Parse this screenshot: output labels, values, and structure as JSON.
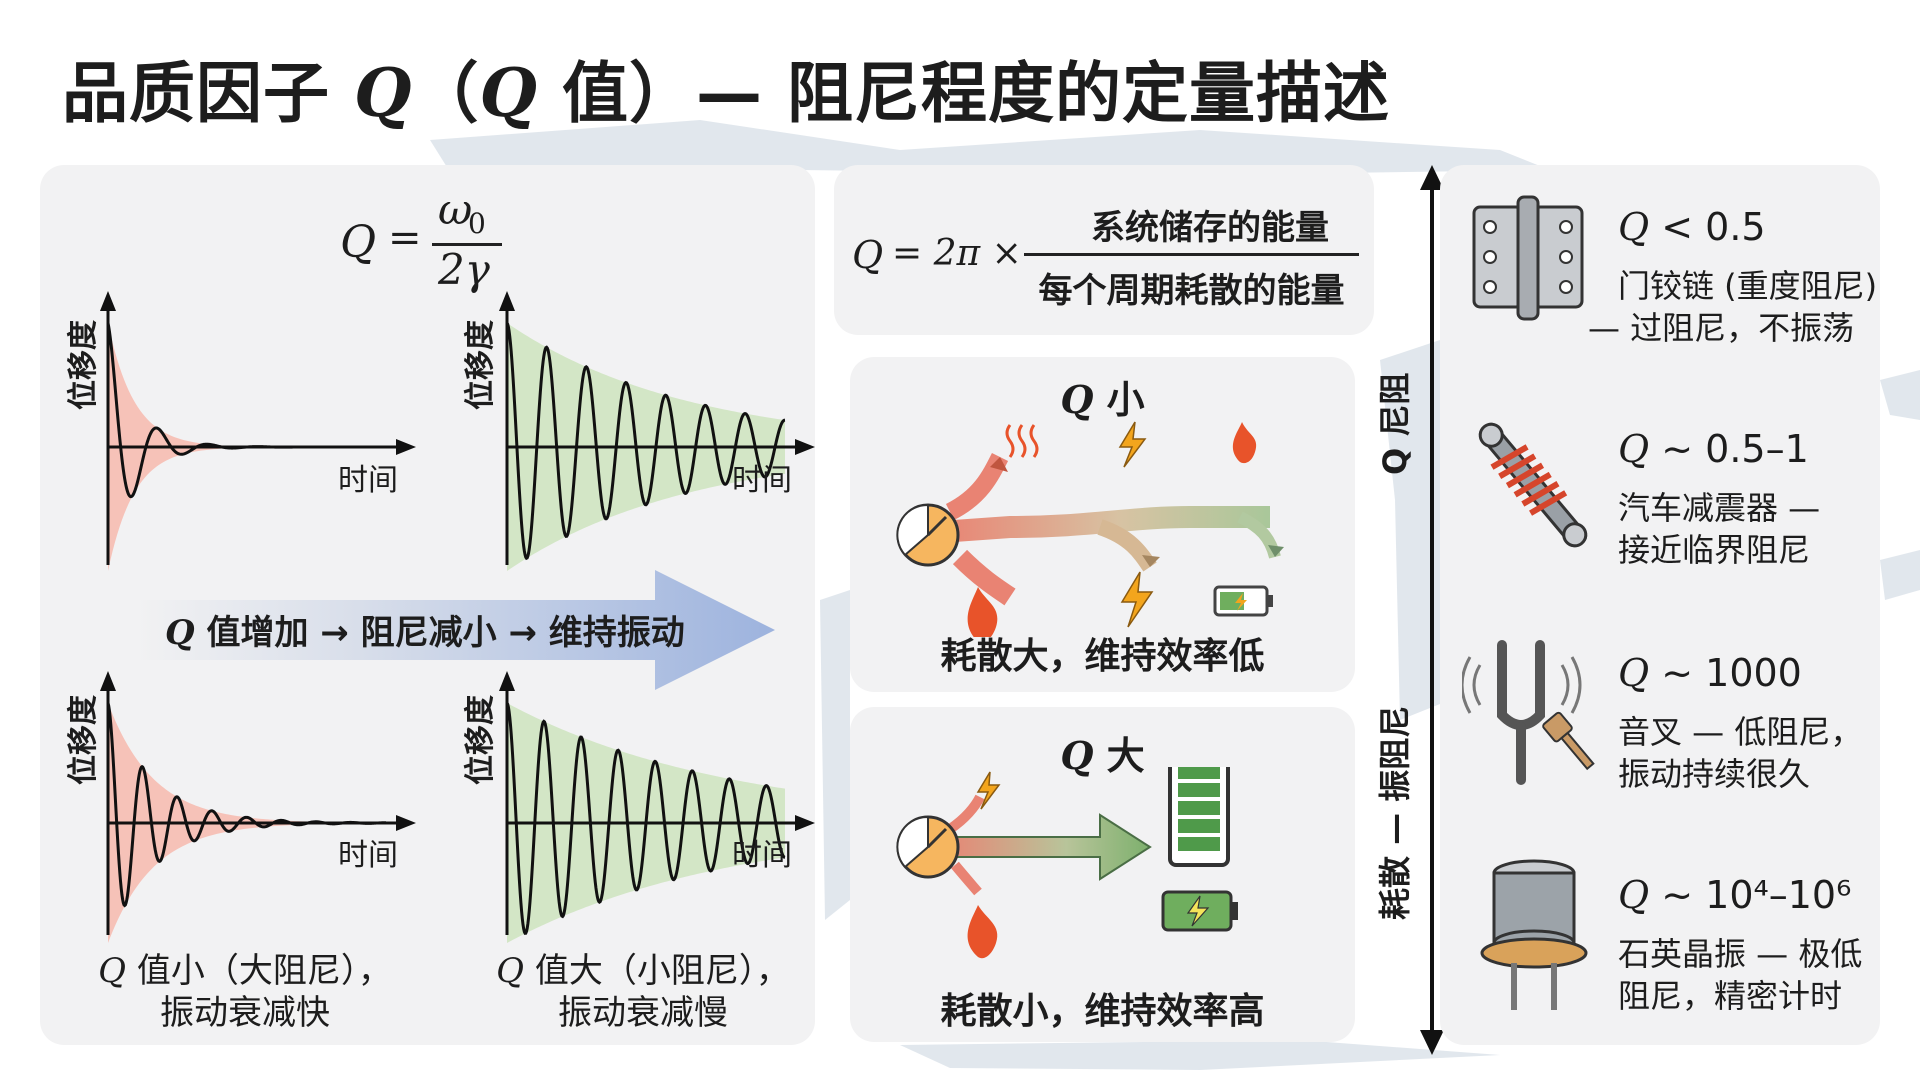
{
  "title": {
    "q1": "Q",
    "paren_open": "（",
    "q2": "Q",
    "rest": " 值）— 阻尼程度的定量描述",
    "prefix": "品质因子 "
  },
  "formula1": {
    "lhs": "Q",
    "eq": "=",
    "num": "ω",
    "num_sub": "0",
    "den": "2γ"
  },
  "formula2": {
    "lhs": "Q",
    "mid": "= 2π ×",
    "num": "系统储存的能量",
    "den": "每个周期耗散的能量"
  },
  "plots": {
    "ylabel": "位移度",
    "xlabel": "时间"
  },
  "arrow_text": {
    "q": "Q",
    "text": " 值增加 → 阻尼减小 → 维持振动"
  },
  "captions": {
    "left_q": "Q",
    "left_line1": " 值小（大阻尼），",
    "left_line2": "振动衰减快",
    "right_q": "Q",
    "right_line1": " 值大（小阻尼），",
    "right_line2": "振动衰减慢"
  },
  "q_small": {
    "q": "Q",
    "label": " 小",
    "caption": "耗散大，维持效率低"
  },
  "q_large": {
    "q": "Q",
    "label": " 大",
    "caption": "耗散小，维持效率高"
  },
  "axis": {
    "top_label": "Q 尼阻",
    "bottom_label": "耗散 — 振阻尼"
  },
  "examples": [
    {
      "q": "Q",
      "range": " < 0.5",
      "line1": "门铰链 (重度阻尼)",
      "line2": "— 过阻尼，不振荡",
      "icon": "door-hinge-icon"
    },
    {
      "q": "Q",
      "range": " ~ 0.5–1",
      "line1": "汽车减震器 —",
      "line2": "接近临界阻尼",
      "icon": "shock-absorber-icon"
    },
    {
      "q": "Q",
      "range": " ~ 1000",
      "line1": "音叉 — 低阻尼，",
      "line2": "振动持续很久",
      "icon": "tuning-fork-icon"
    },
    {
      "q": "Q",
      "range": " ~ 10⁴–10⁶",
      "line1": "石英晶振 — 极低",
      "line2": "阻尼，精密计时",
      "icon": "quartz-crystal-icon"
    }
  ],
  "colors": {
    "red_fill": "#f6c2b8",
    "green_fill": "#d3e6c6",
    "arrow_blue": "#9fb5de",
    "flame": "#e8532a",
    "bolt": "#f3a51d",
    "battery": "#4f9a4a"
  }
}
